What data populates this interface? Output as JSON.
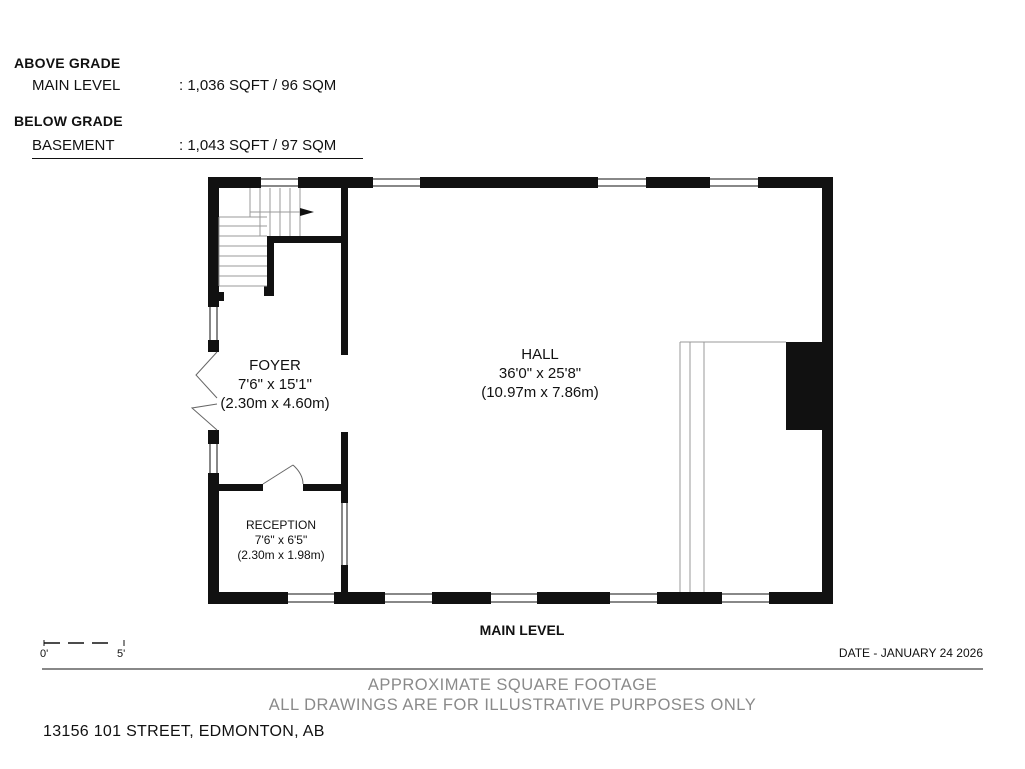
{
  "summary": {
    "above_grade": {
      "heading": "ABOVE GRADE",
      "label": "MAIN LEVEL",
      "value": ": 1,036 SQFT / 96 SQM"
    },
    "below_grade": {
      "heading": "BELOW GRADE",
      "label": "BASEMENT",
      "value": ": 1,043 SQFT / 97 SQM"
    }
  },
  "rooms": {
    "foyer": {
      "name": "FOYER",
      "dims_imperial": "7'6\" x 15'1\"",
      "dims_metric": "(2.30m x 4.60m)"
    },
    "hall": {
      "name": "HALL",
      "dims_imperial": "36'0\" x 25'8\"",
      "dims_metric": "(10.97m x 7.86m)"
    },
    "reception": {
      "name": "RECEPTION",
      "dims_imperial": "7'6\" x 6'5\"",
      "dims_metric": "(2.30m x 1.98m)"
    }
  },
  "plan_title": "MAIN LEVEL",
  "scale": {
    "start": "0'",
    "end": "5'"
  },
  "date": "DATE - JANUARY 24 2026",
  "disclaimer": {
    "line1": "APPROXIMATE SQUARE FOOTAGE",
    "line2": "ALL DRAWINGS ARE FOR ILLUSTRATIVE PURPOSES ONLY"
  },
  "address": "13156 101 STREET, EDMONTON, AB"
}
